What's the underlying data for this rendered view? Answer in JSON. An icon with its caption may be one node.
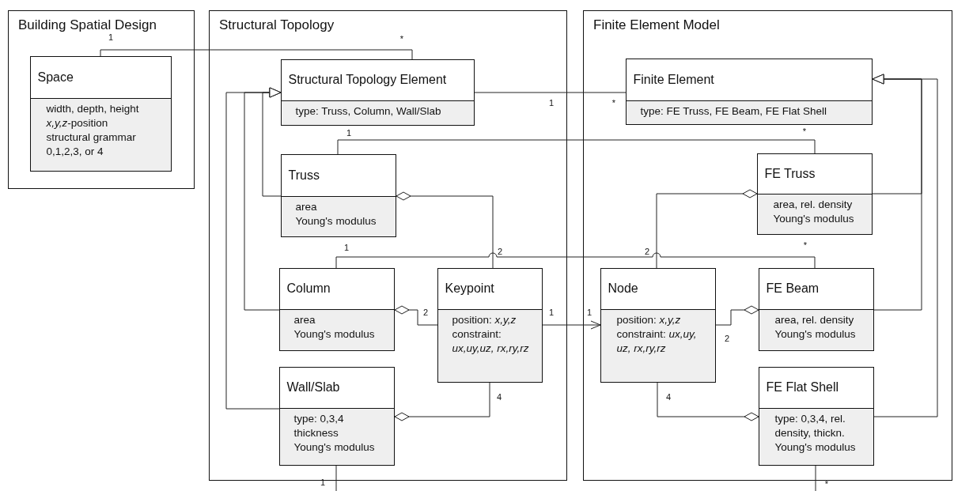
{
  "diagram": {
    "nodes": [
      {
        "text": [
          "Building Spatial Design"
        ]
      },
      {
        "text": [
          "Space",
          "width, depth, height",
          "*x,y,z*-position",
          "structural grammar 0,1,2,3, or 4"
        ],
        "in": 0
      },
      {
        "text": [
          "Structural Topology"
        ]
      },
      {
        "text": [
          "Structural Topology Element",
          "type: Truss, Column, Wall/Slab"
        ],
        "in": 2
      },
      {
        "text": [
          "Truss",
          "area",
          "Young's modulus"
        ],
        "in": 2
      },
      {
        "text": [
          "Column",
          "area",
          "Young's modulus"
        ],
        "in": 2
      },
      {
        "text": [
          "Keypoint",
          "position: *x,y,z*",
          "constraint: *ux,uy,uz, rx,ry,rz*"
        ],
        "in": 2
      },
      {
        "text": [
          "Wall/Slab",
          "type: 0,3,4",
          "thickness",
          "Young's modulus"
        ],
        "in": 2
      },
      {
        "text": [
          "Finite Element Model"
        ]
      },
      {
        "text": [
          "Finite Element",
          "type: FE Truss, FE Beam, FE Flat Shell"
        ],
        "in": 8
      },
      {
        "text": [
          "FE Truss",
          "area, rel. density",
          "Young's modulus"
        ],
        "in": 8
      },
      {
        "text": [
          "Node",
          "position: *x,y,z*",
          "constraint: *ux,uy, uz, rx,ry,rz*"
        ],
        "in": 8
      },
      {
        "text": [
          "FE Beam",
          "area, rel. density",
          "Young's modulus"
        ],
        "in": 8
      },
      {
        "text": [
          "FE Flat Shell",
          "type: 0,3,4, rel. density, thickn.",
          "Young's modulus"
        ],
        "in": 8
      }
    ],
    "edges": [
      {
        "from": 1,
        "to": 3,
        "arrow": "none"
      },
      {
        "from": 4,
        "to": 3,
        "arrow": "to"
      },
      {
        "from": 5,
        "to": 3,
        "arrow": "to"
      },
      {
        "from": 7,
        "to": 3,
        "arrow": "to"
      },
      {
        "from": 3,
        "to": 9,
        "arrow": "none"
      },
      {
        "from": 4,
        "to": 10,
        "arrow": "none"
      },
      {
        "from": 4,
        "to": 6,
        "arrow": "other"
      },
      {
        "from": 5,
        "to": 12,
        "arrow": "none"
      },
      {
        "from": 5,
        "to": 6,
        "arrow": "other"
      },
      {
        "from": 7,
        "to": 6,
        "arrow": "other"
      },
      {
        "from": 6,
        "to": 11,
        "arrow": "to"
      },
      {
        "from": 10,
        "to": 11,
        "arrow": "other"
      },
      {
        "from": 12,
        "to": 11,
        "arrow": "other"
      },
      {
        "from": 13,
        "to": 11,
        "arrow": "other"
      },
      {
        "from": 10,
        "to": 9,
        "arrow": "to"
      },
      {
        "from": 12,
        "to": 9,
        "arrow": "to"
      },
      {
        "from": 13,
        "to": 9,
        "arrow": "to"
      },
      {
        "from": 7,
        "to": null,
        "arrow": "none"
      },
      {
        "from": 13,
        "to": null,
        "arrow": "none"
      }
    ],
    "labels": [
      "1",
      "*",
      "1",
      "*",
      "1",
      "*",
      "1",
      "2",
      "2",
      "*",
      "2",
      "1",
      "1",
      "2",
      "4",
      "4",
      "1",
      "*"
    ]
  }
}
